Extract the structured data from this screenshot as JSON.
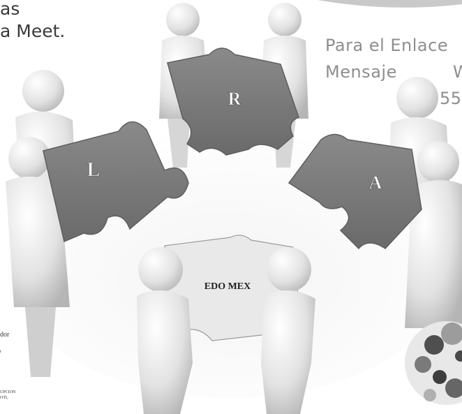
{
  "top_left_text": {
    "line1": "as",
    "line2": "a Meet."
  },
  "top_right_text": {
    "line1": "Para el Enlace",
    "line2_a": "Mensaje",
    "line2_b": "W",
    "line3": "55"
  },
  "puzzle_letters": {
    "top": "R",
    "left": "L",
    "right": "A"
  },
  "center_label": "EDO MEX",
  "bottom_left_text": {
    "word": "dor",
    "small_mark": "r",
    "line1": "UPCION",
    "line2": "OTL"
  },
  "colors": {
    "puzzle_piece": "#7a7a7a",
    "puzzle_shadow": "#5e5e5e",
    "figure": "#e6e6e6",
    "figure_shade": "#bdbdbd",
    "text_dark": "#3a3a3a",
    "text_gray": "#8e8e8e",
    "logo_dark": "#555555",
    "logo_light": "#aaaaaa"
  }
}
